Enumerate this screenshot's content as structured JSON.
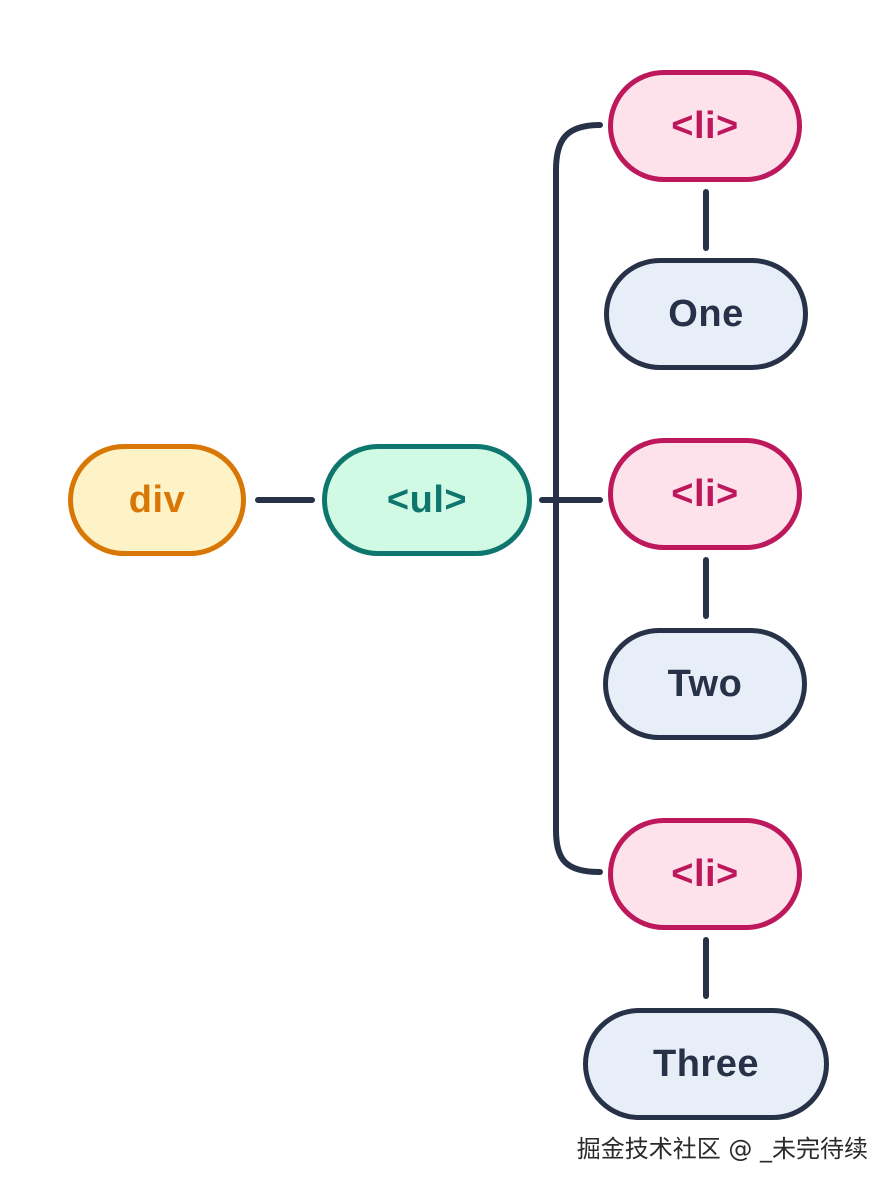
{
  "nodes": {
    "div": "div",
    "ul": "<ul>",
    "li_items": [
      "<li>",
      "<li>",
      "<li>"
    ],
    "text_items": [
      "One",
      "Two",
      "Three"
    ]
  },
  "footer": {
    "watermark": "掘金技术社区 @ _未完待续"
  },
  "colors": {
    "div_border": "#d97706",
    "div_fill": "#fef3c7",
    "ul_border": "#0f766e",
    "ul_fill": "#d1fae5",
    "li_border": "#be185d",
    "li_fill": "#fde2ec",
    "text_border": "#273248",
    "text_fill": "#e8eef8",
    "connector": "#273248"
  }
}
